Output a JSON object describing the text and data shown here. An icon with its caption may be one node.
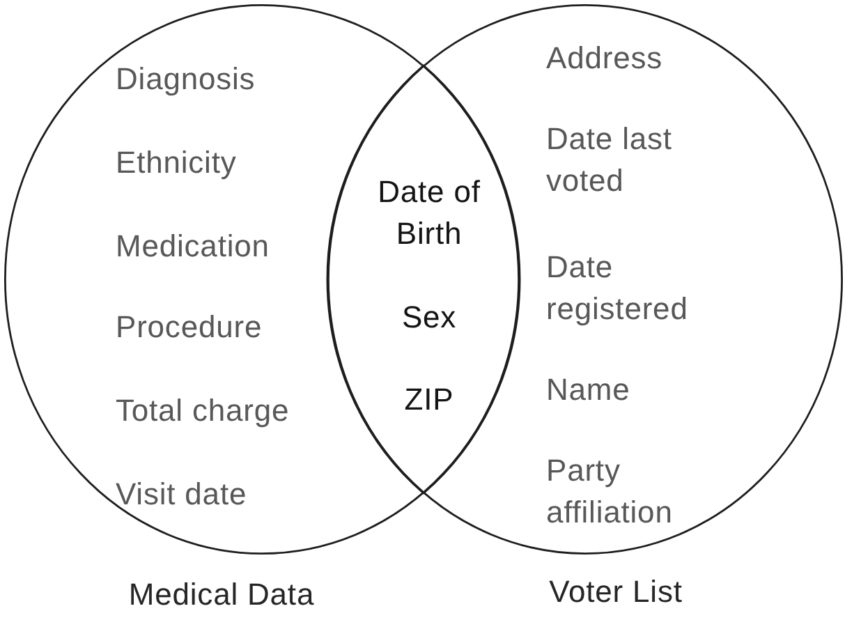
{
  "diagram": {
    "nodes": [
      {
        "text": [
          "Diagnosis",
          "Ethnicity",
          "Medication",
          "Procedure",
          "Total charge",
          "Visit date",
          "Medical Data"
        ]
      },
      {
        "text": [
          "Date of Birth",
          "Sex",
          "ZIP"
        ]
      },
      {
        "text": [
          "Address",
          "Date last voted",
          "Date registered",
          "Name",
          "Party affiliation",
          "Voter List"
        ]
      }
    ],
    "edges": []
  }
}
